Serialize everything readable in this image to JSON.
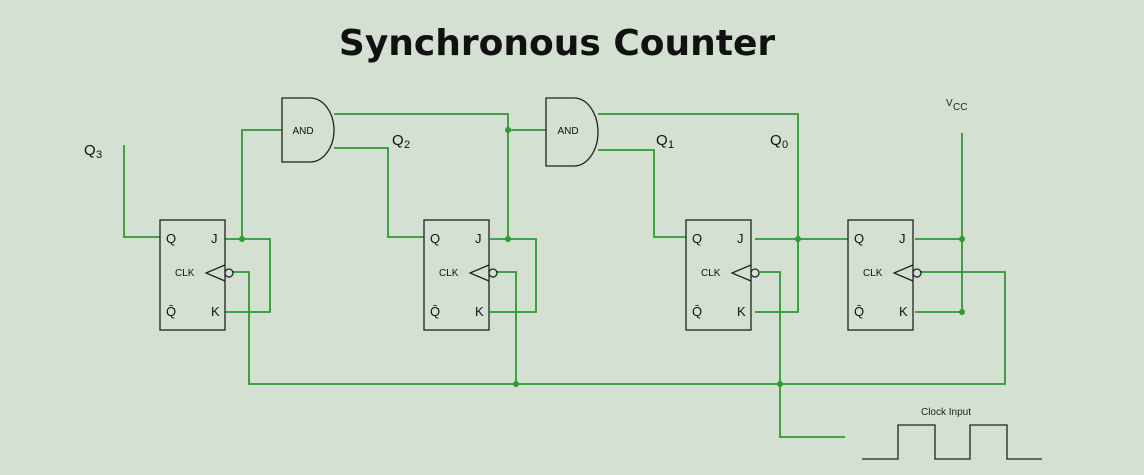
{
  "title": "Synchronous Counter",
  "outputs": {
    "q3": "Q",
    "q2": "Q",
    "q1": "Q",
    "q0": "Q",
    "q3_sub": "3",
    "q2_sub": "2",
    "q1_sub": "1",
    "q0_sub": "0"
  },
  "vcc": {
    "main": "V",
    "sub": "CC"
  },
  "gates": [
    {
      "label": "AND"
    },
    {
      "label": "AND"
    }
  ],
  "flipflops": [
    {
      "q": "Q",
      "j": "J",
      "clk": "CLK",
      "qbar": "Q̄",
      "k": "K"
    },
    {
      "q": "Q",
      "j": "J",
      "clk": "CLK",
      "qbar": "Q̄",
      "k": "K"
    },
    {
      "q": "Q",
      "j": "J",
      "clk": "CLK",
      "qbar": "Q̄",
      "k": "K"
    },
    {
      "q": "Q",
      "j": "J",
      "clk": "CLK",
      "qbar": "Q̄",
      "k": "K"
    }
  ],
  "clock": {
    "label": "Clock Input"
  },
  "colors": {
    "background": "#d3e0d2",
    "wire": "#2e9a33",
    "outline": "#222222"
  }
}
